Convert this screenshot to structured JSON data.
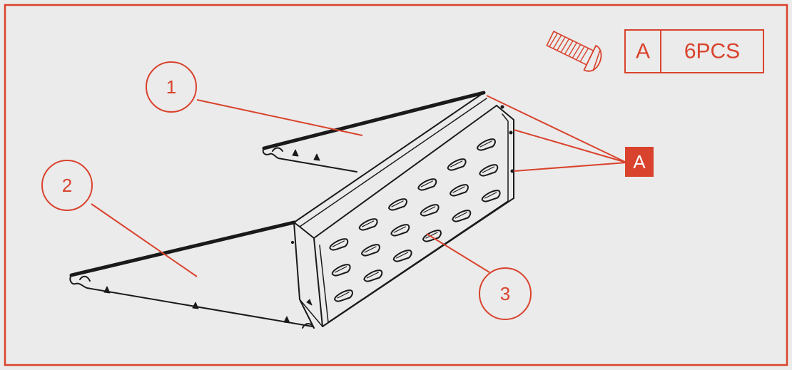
{
  "colors": {
    "accent": "#d9432d",
    "background": "#ebebeb",
    "line_art": "#1a1a1a"
  },
  "legend": {
    "part_letter": "A",
    "quantity": "6PCS",
    "part_icon": "screw-icon"
  },
  "callouts": [
    {
      "label": "1"
    },
    {
      "label": "2"
    },
    {
      "label": "3"
    }
  ],
  "fastener_badge": {
    "label": "A"
  }
}
